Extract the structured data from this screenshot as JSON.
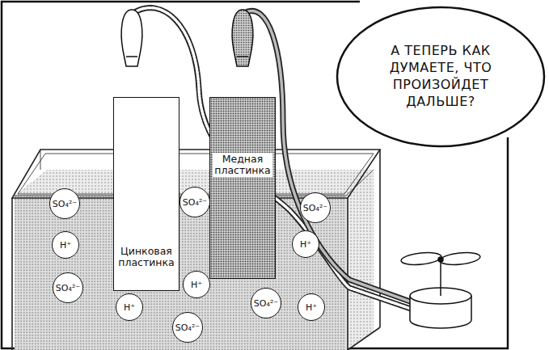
{
  "diagram": {
    "nodes": [
      {
        "text": [
          "А ТЕПЕРЬ КАК ДУМАЕТЕ, ЧТО ПРОИЗОЙДЕТ ДАЛЬШЕ?"
        ]
      },
      {
        "text": [
          "Медная пластинка"
        ]
      },
      {
        "text": [
          "SO₄²⁻"
        ]
      },
      {
        "text": [
          "SO₄²⁻"
        ]
      },
      {
        "text": [
          "SO₄²⁻"
        ]
      },
      {
        "text": [
          "H⁺"
        ]
      },
      {
        "text": [
          "H⁺"
        ]
      },
      {
        "text": [
          "Цинковая пластинка"
        ]
      },
      {
        "text": [
          "H⁺"
        ]
      },
      {
        "text": [
          "SO₄²⁻"
        ]
      },
      {
        "text": [
          "H⁺"
        ]
      },
      {
        "text": [
          "SO₄²⁻"
        ]
      },
      {
        "text": [
          "H⁺"
        ]
      },
      {
        "text": [
          "SO₄²⁻"
        ]
      }
    ]
  }
}
